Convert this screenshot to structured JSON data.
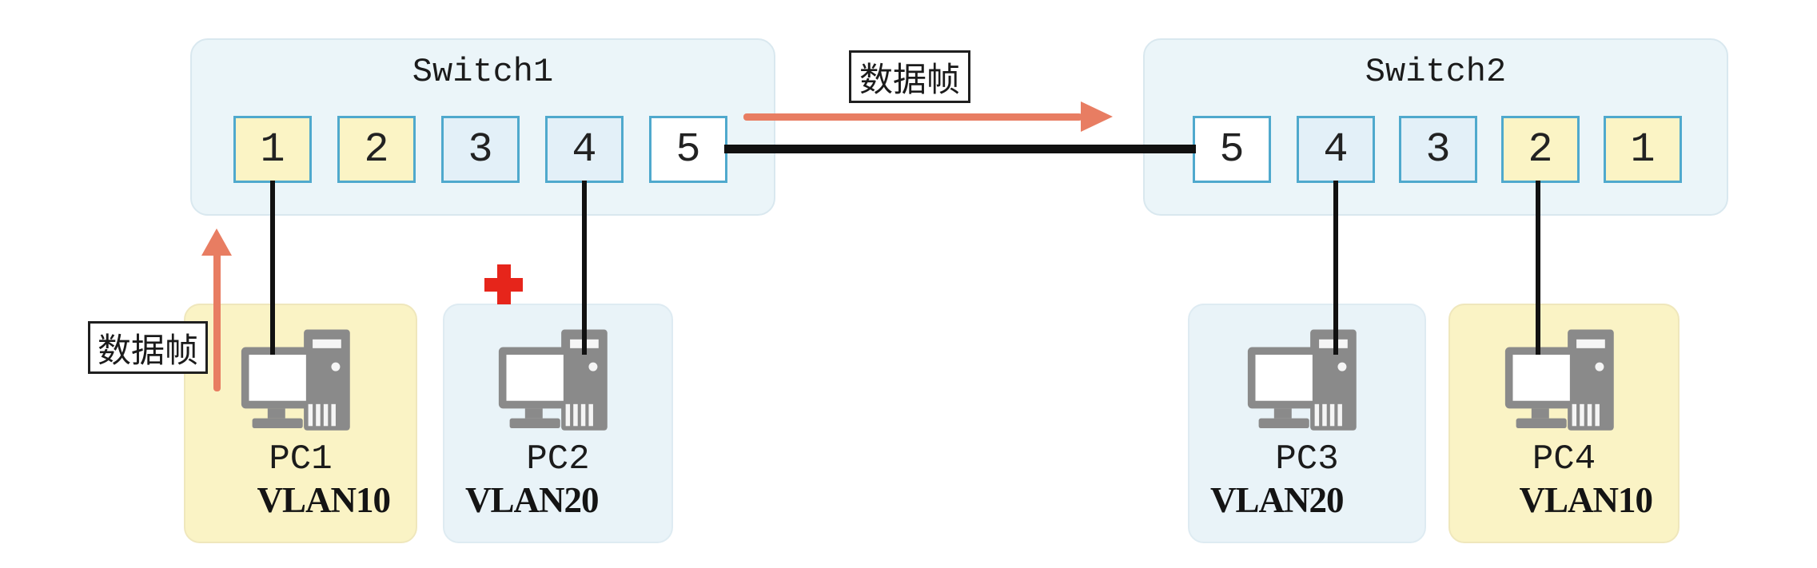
{
  "switch1": {
    "title": "Switch1",
    "ports": [
      {
        "label": "1",
        "vlan": "vlan10"
      },
      {
        "label": "2",
        "vlan": "vlan10"
      },
      {
        "label": "3",
        "vlan": "vlan20"
      },
      {
        "label": "4",
        "vlan": "vlan20"
      },
      {
        "label": "5",
        "vlan": "trunk"
      }
    ]
  },
  "switch2": {
    "title": "Switch2",
    "ports": [
      {
        "label": "5",
        "vlan": "trunk"
      },
      {
        "label": "4",
        "vlan": "vlan20"
      },
      {
        "label": "3",
        "vlan": "vlan20"
      },
      {
        "label": "2",
        "vlan": "vlan10"
      },
      {
        "label": "1",
        "vlan": "vlan10"
      }
    ]
  },
  "pcs": [
    {
      "name": "PC1",
      "vlan": "VLAN10"
    },
    {
      "name": "PC2",
      "vlan": "VLAN20"
    },
    {
      "name": "PC3",
      "vlan": "VLAN20"
    },
    {
      "name": "PC4",
      "vlan": "VLAN10"
    }
  ],
  "annotations": {
    "frame_label_top": "数据帧",
    "frame_label_left": "数据帧"
  },
  "colors": {
    "vlan10_fill": "#FBF4C5",
    "vlan20_fill": "#E3F0F8",
    "trunk_fill": "#FFFFFF",
    "port_border": "#4FA9CD",
    "switch_fill": "#EBF5F9",
    "switch_border": "#D9E8EF",
    "arrow": "#E87D62",
    "blocked_cross": "#E6251B",
    "pc_icon": "#8A8A8A",
    "link_line": "#111111"
  }
}
